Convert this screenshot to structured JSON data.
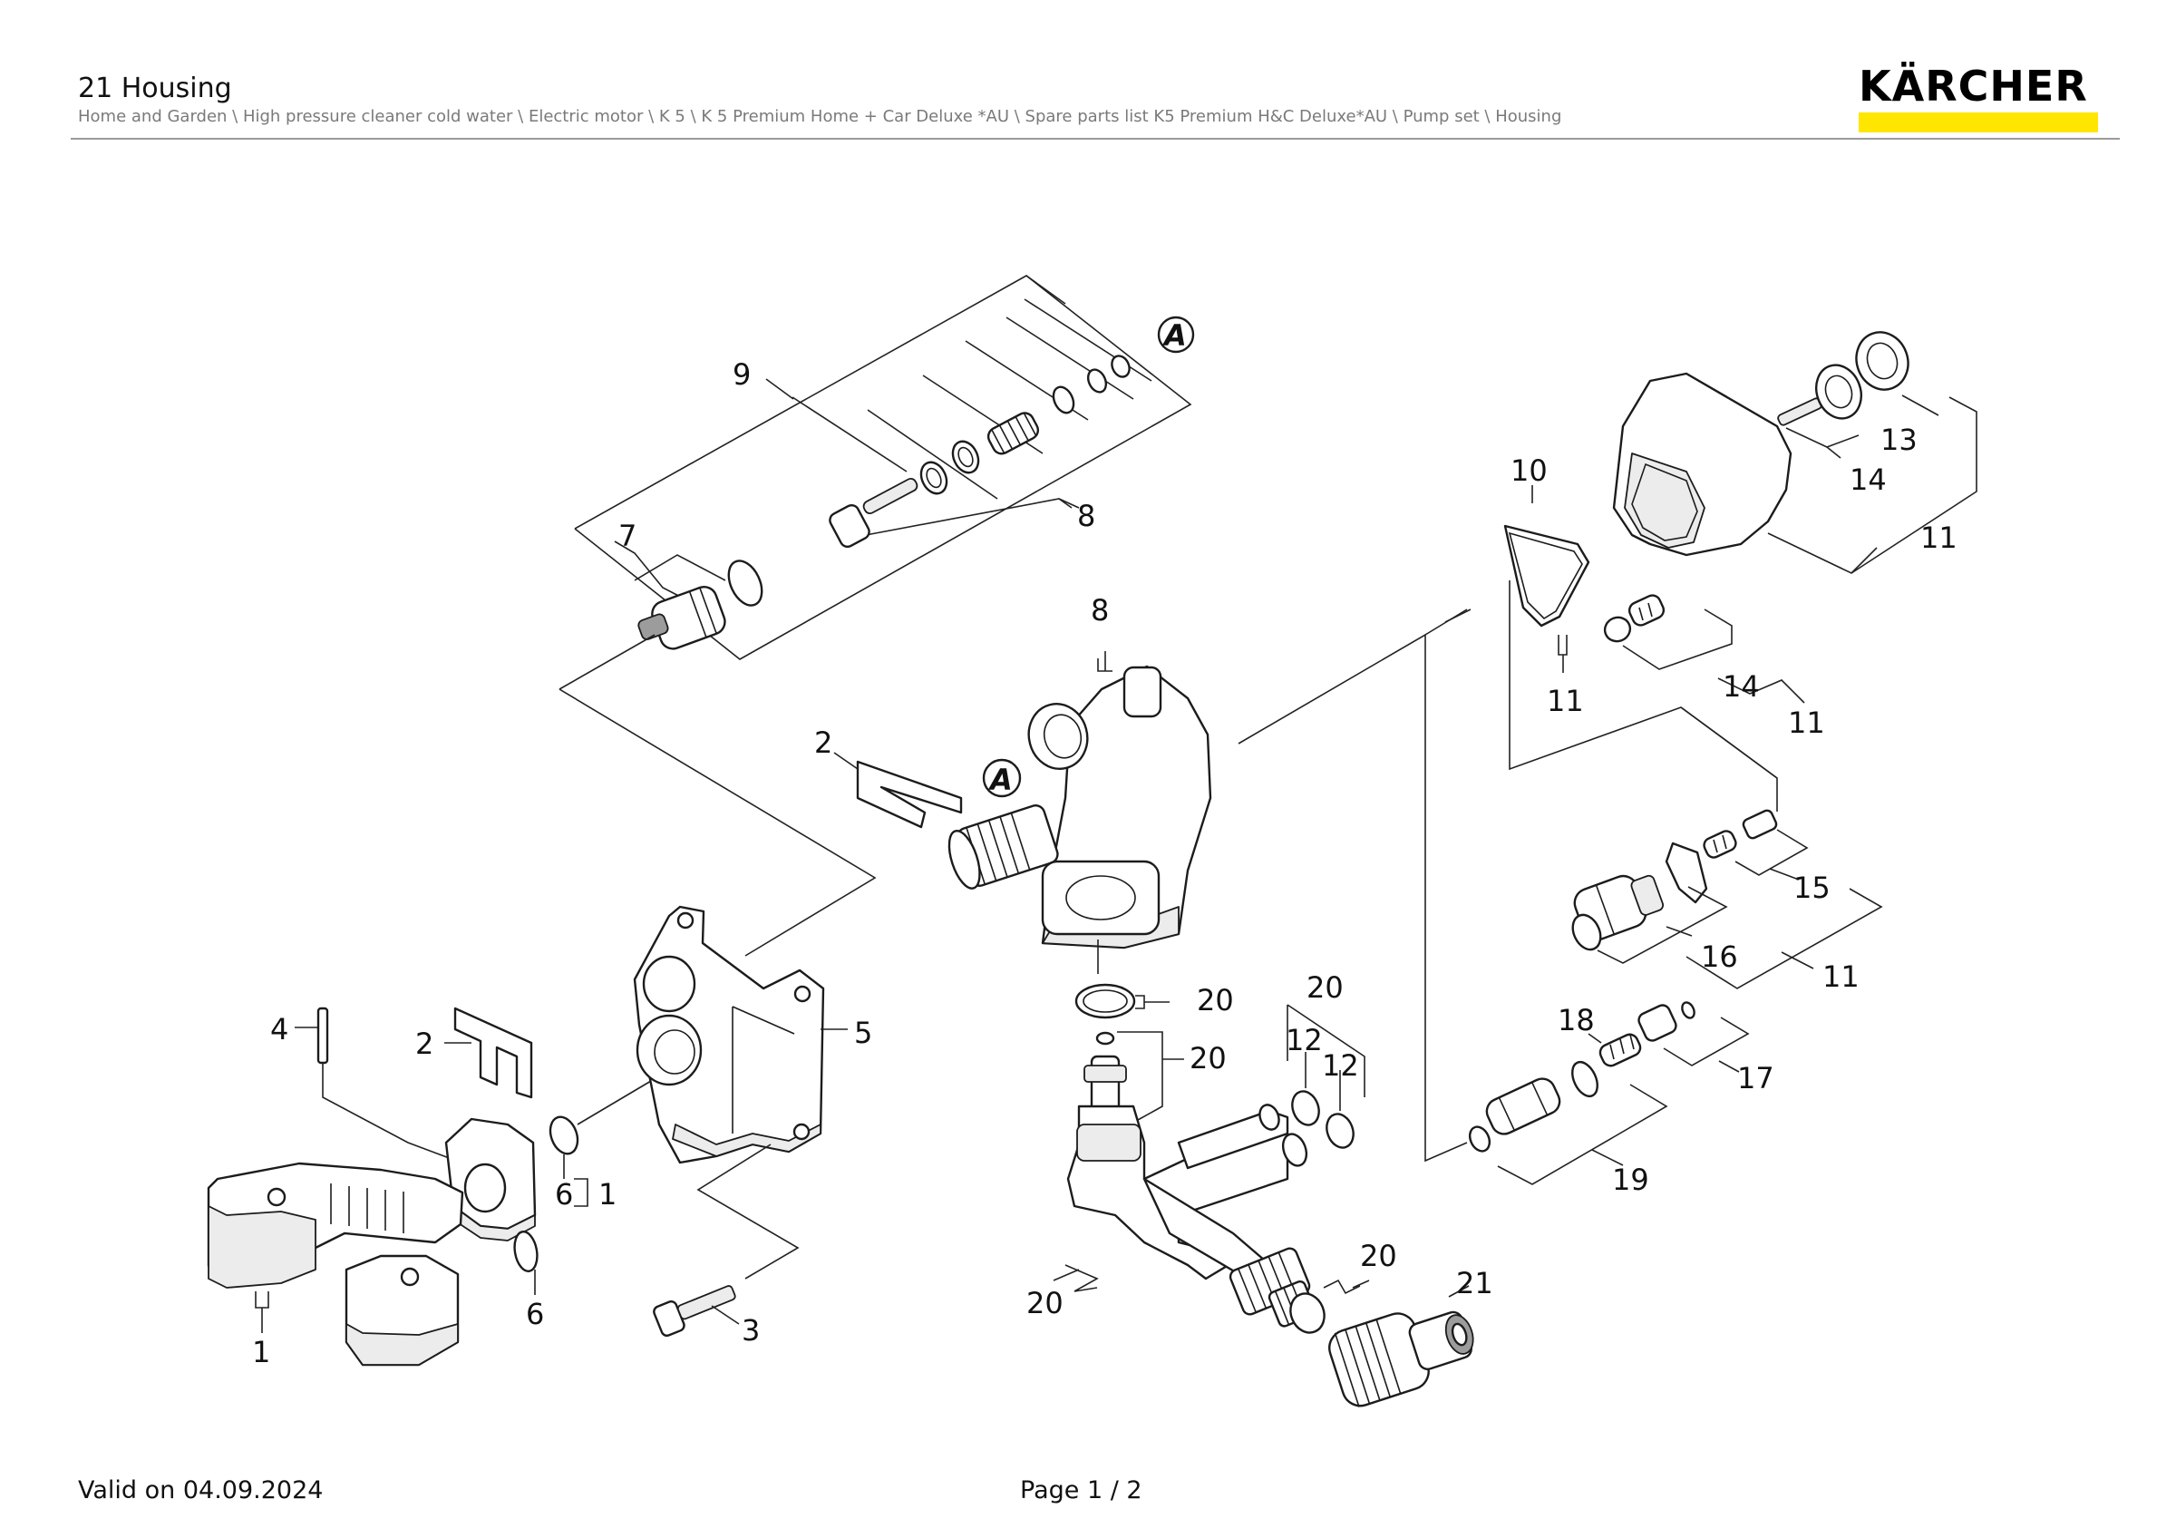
{
  "header": {
    "title": "21 Housing",
    "breadcrumb": "Home and Garden \\ High pressure cleaner cold water \\ Electric motor \\ K 5 \\ K 5 Premium Home + Car Deluxe *AU \\ Spare parts list K5 Premium H&C Deluxe*AU \\ Pump set \\ Housing"
  },
  "brand": {
    "name": "KÄRCHER",
    "accent_color": "#ffe600"
  },
  "footer": {
    "valid": "Valid on 04.09.2024",
    "page": "Page 1 / 2"
  },
  "diagram": {
    "marker_letter": "A",
    "callouts": [
      "9",
      "7",
      "8",
      "8",
      "2",
      "10",
      "11",
      "13",
      "14",
      "11",
      "14",
      "11",
      "15",
      "16",
      "11",
      "18",
      "17",
      "19",
      "20",
      "20",
      "20",
      "12",
      "12",
      "20",
      "20",
      "21",
      "5",
      "4",
      "2",
      "6",
      "1",
      "6",
      "1",
      "3"
    ]
  }
}
